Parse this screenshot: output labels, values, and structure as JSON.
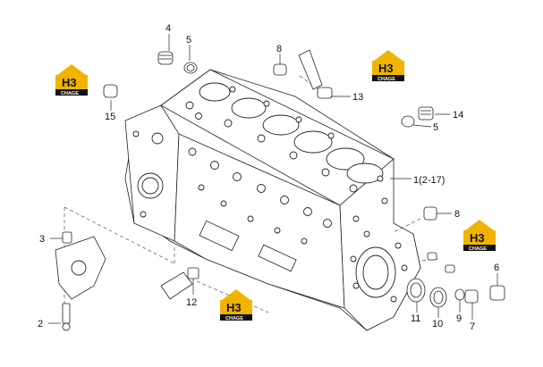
{
  "callouts": [
    {
      "id": "c1",
      "text": "1(2-17)"
    },
    {
      "id": "c2",
      "text": "2"
    },
    {
      "id": "c3",
      "text": "3"
    },
    {
      "id": "c4",
      "text": "4"
    },
    {
      "id": "c5a",
      "text": "5"
    },
    {
      "id": "c5b",
      "text": "5"
    },
    {
      "id": "c6",
      "text": "6"
    },
    {
      "id": "c7",
      "text": "7"
    },
    {
      "id": "c8a",
      "text": "8"
    },
    {
      "id": "c8b",
      "text": "8"
    },
    {
      "id": "c9",
      "text": "9"
    },
    {
      "id": "c10",
      "text": "10"
    },
    {
      "id": "c11",
      "text": "11"
    },
    {
      "id": "c12",
      "text": "12"
    },
    {
      "id": "c13",
      "text": "13"
    },
    {
      "id": "c14",
      "text": "14"
    },
    {
      "id": "c15",
      "text": "15"
    }
  ],
  "watermark": {
    "main": "H3",
    "sub": "CHAGE",
    "color": "#f0b400"
  }
}
